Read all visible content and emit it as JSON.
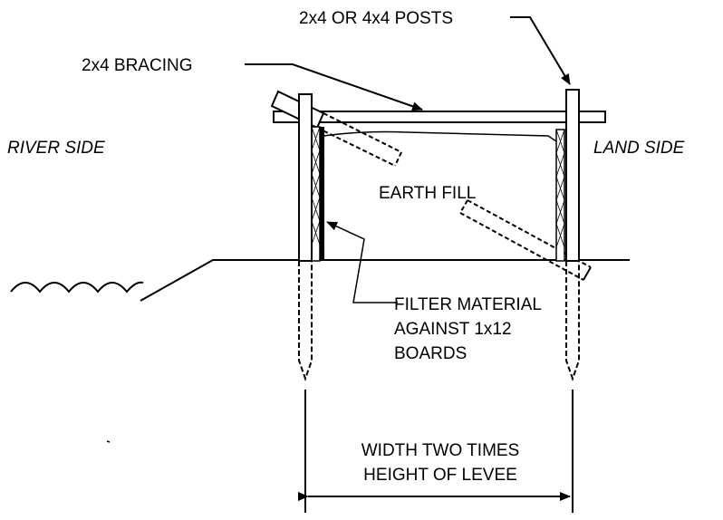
{
  "diagram": {
    "labels": {
      "posts": "2x4 OR 4x4 POSTS",
      "bracing": "2x4 BRACING",
      "river_side": "RIVER SIDE",
      "land_side": "LAND SIDE",
      "earth_fill": "EARTH FILL",
      "filter_line1": "FILTER MATERIAL",
      "filter_line2": "AGAINST 1x12",
      "filter_line3": "BOARDS",
      "width_line1": "WIDTH TWO TIMES",
      "width_line2": "HEIGHT OF LEVEE"
    },
    "colors": {
      "line": "#000000",
      "background": "#ffffff"
    }
  }
}
